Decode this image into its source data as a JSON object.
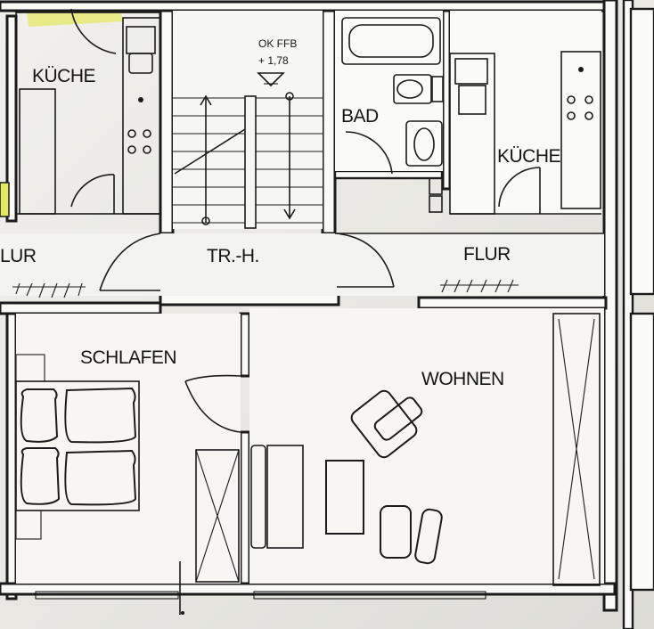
{
  "rooms": {
    "kueche_left": "KÜCHE",
    "flur_left": "LUR",
    "stairwell_level_1": "OK FFB",
    "stairwell_level_2": "+ 1,78",
    "stairwell": "TR.-H.",
    "bad": "BAD",
    "kueche_right": "KÜCHE",
    "flur_right": "FLUR",
    "schlafen": "SCHLAFEN",
    "wohnen": "WOHNEN"
  },
  "colors": {
    "paper": "#eeede9",
    "ink": "#1b1b1b",
    "highlighter": "#e6ea63"
  }
}
